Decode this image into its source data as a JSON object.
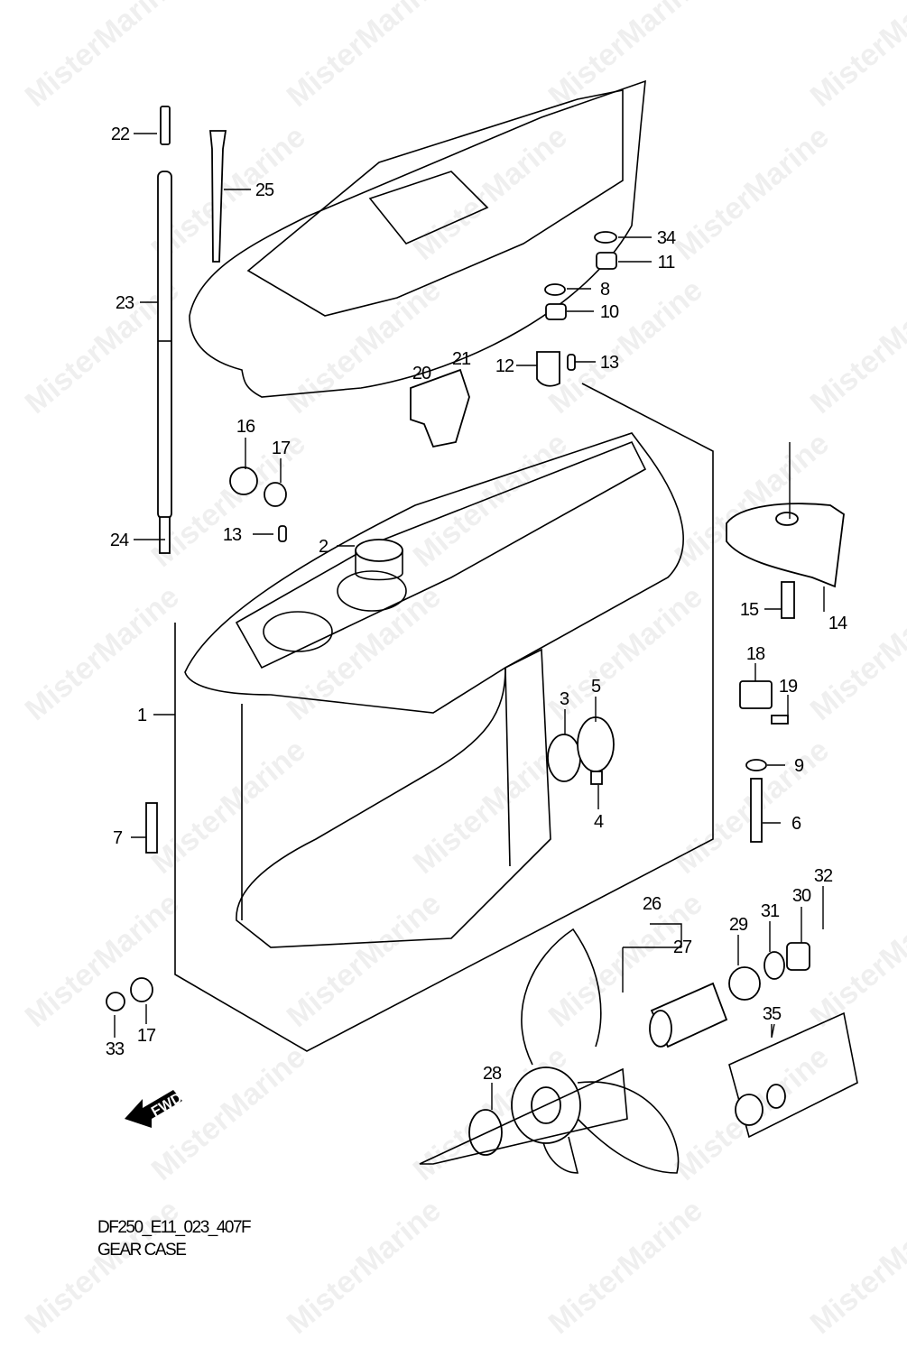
{
  "diagram": {
    "code": "DF250_E11_023_407F",
    "title": "GEAR CASE",
    "fwd_label": "FWD",
    "watermark": "MisterMarine",
    "callouts": [
      "22",
      "25",
      "34",
      "11",
      "8",
      "10",
      "23",
      "21",
      "20",
      "12",
      "13",
      "16",
      "17",
      "24",
      "13",
      "2",
      "15",
      "14",
      "18",
      "19",
      "3",
      "5",
      "1",
      "9",
      "4",
      "7",
      "6",
      "26",
      "32",
      "30",
      "31",
      "29",
      "27",
      "35",
      "33",
      "17",
      "28"
    ]
  }
}
